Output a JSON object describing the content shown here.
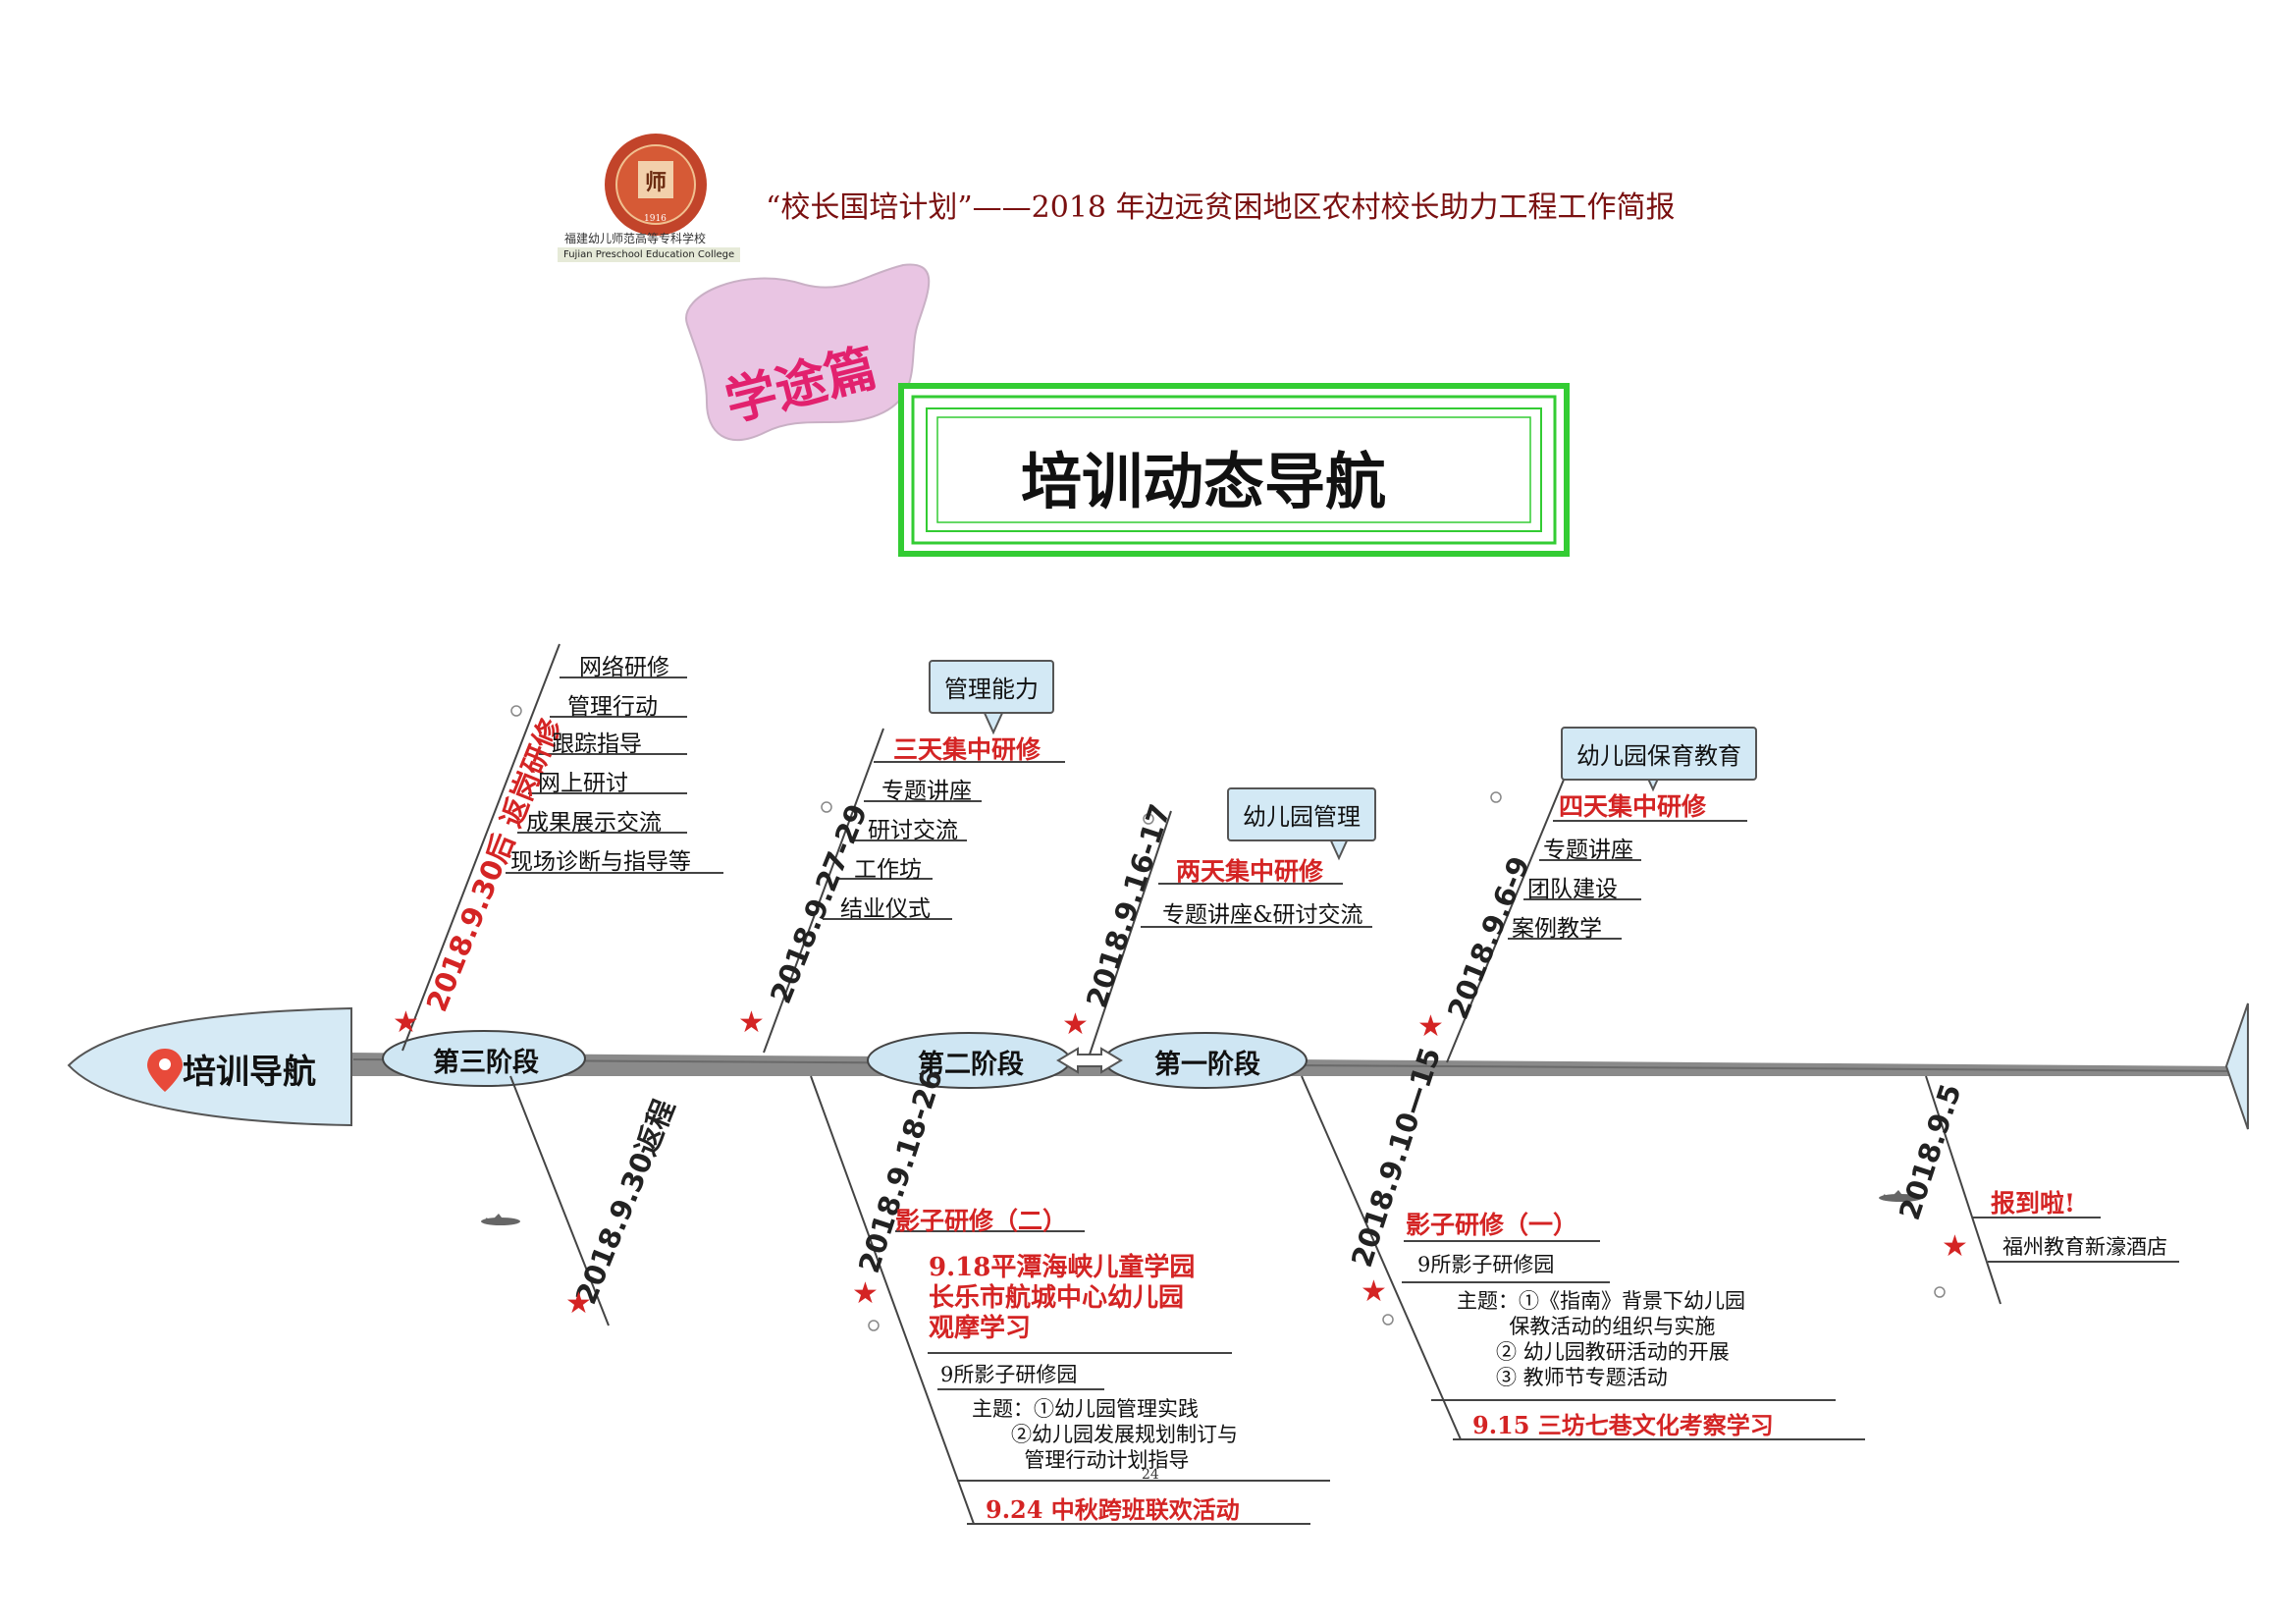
{
  "header": {
    "title": "“校长国培计划”——2018 年边远贫困地区农村校长助力工程工作简报",
    "college_cn": "福建幼儿师范高等专科学校",
    "college_en": "Fujian Preschool Education College",
    "logo_year": "1916"
  },
  "badge": {
    "text": "学途篇"
  },
  "main_title": "培训动态导航",
  "head_label": "培训导航",
  "stages": {
    "third": "第三阶段",
    "second": "第二阶段",
    "first": "第一阶段"
  },
  "branches": {
    "after930": {
      "date": "2018.9.30后",
      "subtitle": "返岗研修",
      "items": [
        "网络研修",
        "管理行动",
        "跟踪指导",
        "网上研讨",
        "成果展示交流",
        "现场诊断与指导等"
      ]
    },
    "d930": {
      "date": "2018.9.30返程"
    },
    "d927": {
      "date": "2018.9.27-29",
      "callout": "管理能力",
      "headline": "三天集中研修",
      "items": [
        "专题讲座",
        "研讨交流",
        "工作坊",
        "结业仪式"
      ]
    },
    "d918": {
      "date": "2018.9.18-26",
      "headline": "影子研修（二）",
      "visit": "9.18平潭海峡儿童学园\n长乐市航城中心幼儿园\n观摩学习",
      "schools": "9所影子研修园",
      "theme": "主题：①幼儿园管理实践\n      ②幼儿园发展规划制订与\n        管理行动计划指导",
      "event": "9.24 中秋跨班联欢活动"
    },
    "d916": {
      "date": "2018.9.16-17",
      "callout": "幼儿园管理",
      "headline": "两天集中研修",
      "items": [
        "专题讲座&研讨交流"
      ]
    },
    "d910": {
      "date": "2018.9.10—15",
      "headline": "影子研修（一）",
      "schools": "9所影子研修园",
      "theme": "主题：①《指南》背景下幼儿园\n        保教活动的组织与实施\n      ② 幼儿园教研活动的开展\n      ③ 教师节专题活动",
      "event": "9.15 三坊七巷文化考察学习"
    },
    "d96": {
      "date": "2018.9.6-9",
      "callout": "幼儿园保育教育",
      "headline": "四天集中研修",
      "items": [
        "专题讲座",
        "团队建设",
        "案例教学"
      ]
    },
    "d95": {
      "date": "2018.9.5",
      "headline": "报到啦!",
      "items": [
        "福州教育新濠酒店"
      ]
    }
  },
  "page_number": "24",
  "colors": {
    "accent_red": "#d42424",
    "header_red": "#7a1010",
    "badge_pink": "#e2216e",
    "frame_green": "#33cc33",
    "oval_blue": "#cfe6f3",
    "spine_gray": "#8a8a8a"
  }
}
